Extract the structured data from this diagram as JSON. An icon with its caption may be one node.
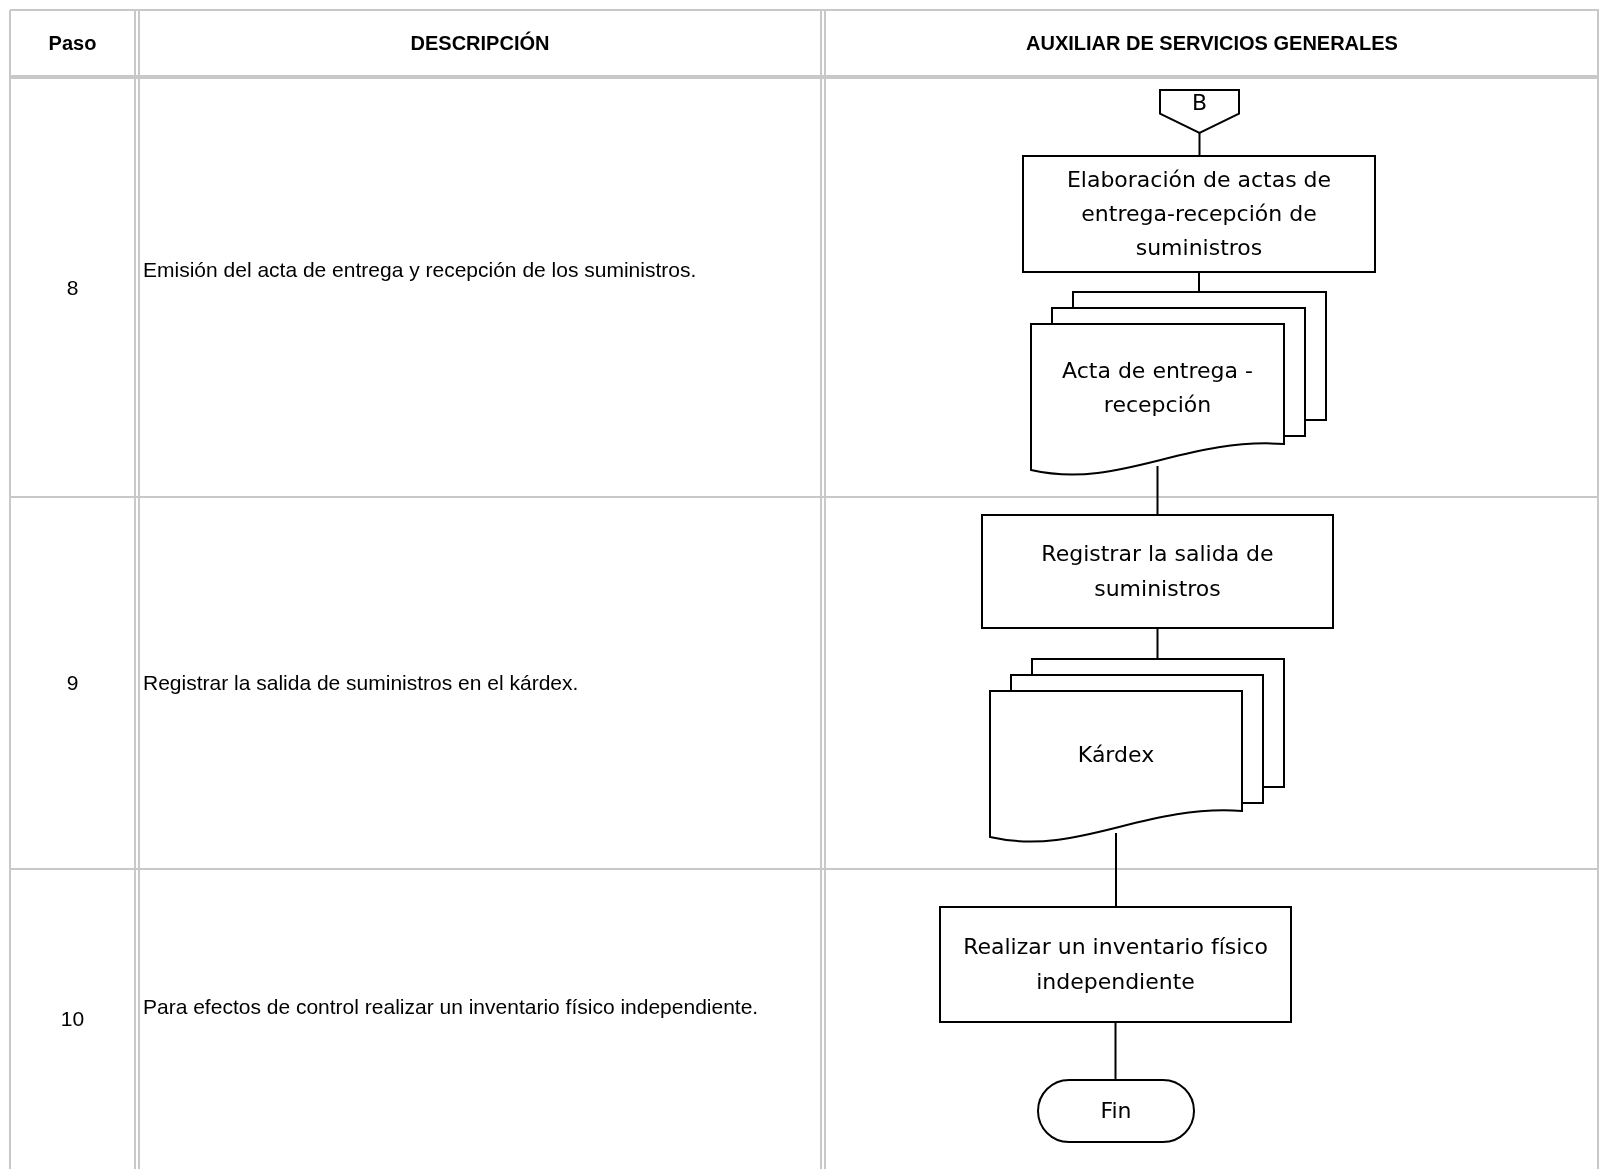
{
  "diagram": {
    "nodes": [
      {
        "text": [
          "B"
        ]
      },
      {
        "text": [
          "Elaboración de actas de entrega-recepción de suministros"
        ]
      },
      {
        "text": [
          "Acta de entrega - recepción"
        ]
      },
      {
        "text": [
          "Registrar la salida de suministros"
        ]
      },
      {
        "text": [
          "Kárdex"
        ]
      },
      {
        "text": [
          "Realizar un inventario físico independiente"
        ]
      },
      {
        "text": [
          "Fin"
        ]
      }
    ],
    "edges": [
      {
        "from": 0,
        "to": 1,
        "arrow": "none"
      },
      {
        "from": 1,
        "to": 2,
        "arrow": "none"
      },
      {
        "from": 2,
        "to": 3,
        "arrow": "none"
      },
      {
        "from": 3,
        "to": 4,
        "arrow": "none"
      },
      {
        "from": 4,
        "to": 5,
        "arrow": "none"
      },
      {
        "from": 5,
        "to": 6,
        "arrow": "none"
      }
    ],
    "labels": [
      "Paso",
      "DESCRIPCIÓN",
      "AUXILIAR DE SERVICIOS GENERALES",
      "8",
      "Emisión del acta de entrega y recepción de los suministros.",
      "9",
      "Registrar la salida de suministros en el kárdex.",
      "10",
      "Para efectos de control realizar un inventario físico independiente."
    ]
  }
}
